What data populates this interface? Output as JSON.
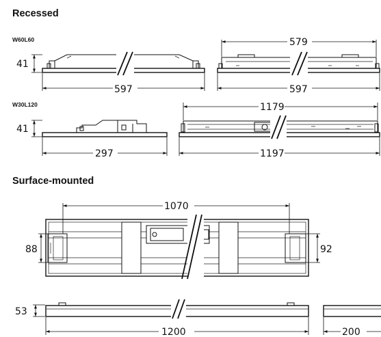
{
  "sections": {
    "recessed": {
      "title": "Recessed",
      "w60l60": {
        "label": "W60L60",
        "height": "41",
        "width": "597",
        "side_width": "597",
        "side_inner": "579"
      },
      "w30l120": {
        "label": "W30L120",
        "height": "41",
        "width": "297",
        "side_width": "1197",
        "side_inner": "1179"
      }
    },
    "surface": {
      "title": "Surface-mounted",
      "top_width": "1070",
      "left_height": "88",
      "right_height": "92",
      "side_height": "53",
      "side_width": "1200",
      "end_width": "200"
    }
  }
}
